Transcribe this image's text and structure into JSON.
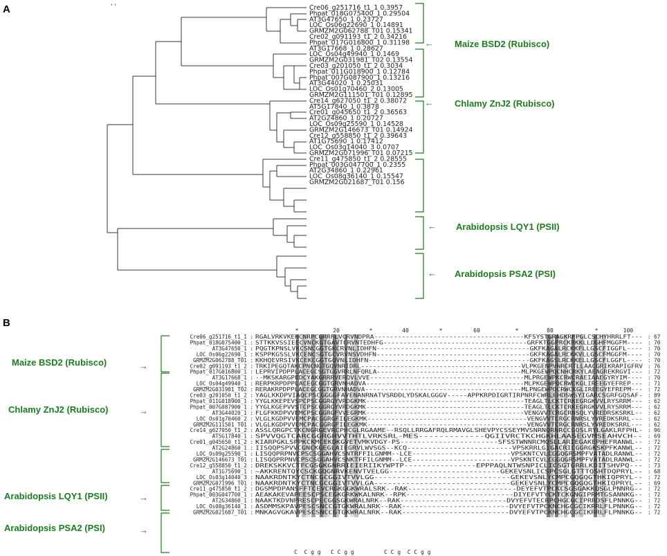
{
  "panel_a": {
    "letter": "A",
    "marks": "' '",
    "leaves": [
      {
        "name": "Cre06_g251716_t1_1",
        "dist": "0.3957"
      },
      {
        "name": "Phpat_018G075400_1",
        "dist": "0.29504"
      },
      {
        "name": "AT3G47650_1",
        "dist": "0.23727"
      },
      {
        "name": "LOC_Os06g22690_1",
        "dist": "0.14891"
      },
      {
        "name": "GRMZM2G062788_T01",
        "dist": "0.15341"
      },
      {
        "name": "Cre02_g091193_t1_2",
        "dist": "0.34216"
      },
      {
        "name": "Phpat_017G016800_1",
        "dist": "0.31198"
      },
      {
        "name": "AT3G17668_1",
        "dist": "0.28627"
      },
      {
        "name": "LOC_Os04g49940_1",
        "dist": "0.1469"
      },
      {
        "name": "GRMZM2G031981_T02",
        "dist": "0.13554"
      },
      {
        "name": "Cre03_g201050_t1_2",
        "dist": "0.3034"
      },
      {
        "name": "Phpat_011G018900_1",
        "dist": "0.12784"
      },
      {
        "name": "Phpat_007G087900_1",
        "dist": "0.13216"
      },
      {
        "name": "AT3G44020_1",
        "dist": "0.25031"
      },
      {
        "name": "LOC_Os01g70460_2",
        "dist": "0.13005"
      },
      {
        "name": "GRMZM2G111501_T01",
        "dist": "0.12895"
      },
      {
        "name": "Cre14_g627050_t1_2",
        "dist": "0.38072"
      },
      {
        "name": "AT5G17840_1",
        "dist": "0.3878"
      },
      {
        "name": "Cre01_g045650_t1_2",
        "dist": "0.36563"
      },
      {
        "name": "AT2G24860_1",
        "dist": "0.20727"
      },
      {
        "name": "LOC_Os09g25590_1",
        "dist": "0.14528"
      },
      {
        "name": "GRMZM2G146673_T01",
        "dist": "0.14924"
      },
      {
        "name": "Cre12_g558850_t1_2",
        "dist": "0.39643"
      },
      {
        "name": "AT1G75690_1",
        "dist": "0.17412"
      },
      {
        "name": "LOC_Os03g14040_3",
        "dist": "0.0707"
      },
      {
        "name": "GRMZM2G071996_T01",
        "dist": "0.07215"
      },
      {
        "name": "Cre11_g475850_t1_2",
        "dist": "0.28555"
      },
      {
        "name": "Phpat_003G047700_1",
        "dist": "0.2355"
      },
      {
        "name": "AT2G34860_1",
        "dist": "0.22961"
      },
      {
        "name": "LOC_Os08g36140_1",
        "dist": "0.15547"
      },
      {
        "name": "GRMZM2G021687_T01",
        "dist": "0.156"
      }
    ],
    "annotations": [
      {
        "label": "Maize BSD2 (Rubisco)"
      },
      {
        "label": "Chlamy ZnJ2 (Rubisco)"
      },
      {
        "label": "Arabidopsis LQY1 (PSII)"
      },
      {
        "label": "Arabidopsis PSA2 (PSI)"
      }
    ],
    "arrow_glyph": "←"
  },
  "panel_b": {
    "letter": "B",
    "ruler": [
      {
        "text": "*"
      },
      {
        "text": "20"
      },
      {
        "text": "*"
      },
      {
        "text": "40"
      },
      {
        "text": "*"
      },
      {
        "text": "60"
      },
      {
        "text": "*"
      },
      {
        "text": "80"
      },
      {
        "text": "*"
      },
      {
        "text": "100"
      }
    ],
    "rows": [
      {
        "name": "Cre06_g251716_t1_1 :",
        "seq": "RGALVRKVKEHCNRPCGRRFLVCRVNDPRA--------------------------------------KFSYSTGRAGKRFPGLCSCHYHRRLFT---",
        "end": ": 67"
      },
      {
        "name": "Phpat_018G075400_1 :",
        "seq": "STTKKVSSIEECVNCKGTGAVTCRVNTEDHFG------------------------------------GRFKTGGPRCKRKKLLDGHFMGGFM----",
        "end": ": 70"
      },
      {
        "name": "AT3G47650_1 :",
        "seq": "PQGTKPNSLVKCSNCGGTGKCRVNLIDHFN--------------------------------------GKFKAGALRCKKFLLGSCFIGGFL----",
        "end": ": 70"
      },
      {
        "name": "LOC_Os06g22690_1 :",
        "seq": "KSPPKGSSLVKCENCSGTGCVRVNSVDHFN--------------------------------------GKFKAGALRCKKVLLGSCFMGGFM----",
        "end": ": 70"
      },
      {
        "name": "GRMZM2G062788_T01 :",
        "seq": "KKHQEVRSIVKCEKCGGTGQVNLIDHFN----------------------------------------GKFKAGSLRCKKELLGSCFLGGFL----",
        "end": ": 70"
      },
      {
        "name": "Cre02_g091193_t1_2 :",
        "seq": "TRKIPEGQTAKCPNCNGTGQVNRIDRL-----------------------------------------VLPKGENPVNRCRTLLAACGRIKRAPIGFRV",
        "end": ": 76"
      },
      {
        "name": "Phpat_017G016800_1 :",
        "seq": "LEPRVIPDPPLACEGCSGTGGVRRLNFQRLA-------------------------------------MLPKGEWPQCNHCRKYLAEAGREKRGVI---",
        "end": ": 72"
      },
      {
        "name": "AT3G17668_1 :",
        "seq": "--MKSKARGPEDCYAKGRRRVERQVLVVE---------------------------------------MLPRGEWPKCRWCRAEIAAEGYRYIM----",
        "end": ": 70"
      },
      {
        "name": "LOC_Os04g49940_1 :",
        "seq": "RERPKRPDPPLACEGCGGTGRVNHADVA----------------------------------------MLPKGEWPQCRWCKGLIREEGYEFREP---",
        "end": ": 71"
      },
      {
        "name": "GRMZM2G031981_T02 :",
        "seq": "RERAKRPDPPLACEGCGGTGRVNHADVA----------------------------------------MLPNGEWPQCRWCKGLIREEGYEFREPM---",
        "end": ": 72"
      },
      {
        "name": "Cre03_g201050_t1_2 :",
        "seq": "YAGLKKDPVIAQCPSCGGGGFAVENANRNATVSRDDLYDSKALGGGV-----APPKRPDIGRTIRPNRFCWRLEHDSWSYIGARCSGRFGQSAF-",
        "end": ": 89"
      },
      {
        "name": "Phpat_011G018900_1 :",
        "seq": "YYGLKKEPEVSPCPSCGGRGYVRDGKMK----------------------------------------TEAGLTLCKTCRKEGRGKVVLRYSRRM---",
        "end": ": 62"
      },
      {
        "name": "Phpat_007G087900_1 :",
        "seq": "YYGLKGEPVVSTCPSCGGRGYVRDGKMK----------------------------------------TEAGLTLCKTCRKEGRGKVVLRYSRRM---",
        "end": ": 62"
      },
      {
        "name": "AT3G44020_1 :",
        "seq": "FLGFKKDPVVEMCPSCGGRGFVVEGRMK----------------------------------------VENGVVTCRGCRNSQLYVREDRSKSRKL--",
        "end": ": 62"
      },
      {
        "name": "LOC_Os01g70460_2 :",
        "seq": "VLGLKGDPVVEMCPACGGRGFILEGKMK----------------------------------------VENGVVTCRGCRNRSLYVREDKSRRL---",
        "end": ": 62"
      },
      {
        "name": "GRMZM2G111501_T01 :",
        "seq": "VLGLKGDPVVEMCPACGGRGFILEGKMK----------------------------------------VENGVVTCRGCRNRSLYVREDKSRRL---",
        "end": ": 62"
      },
      {
        "name": "Cre14_g627050_t1_2 :",
        "seq": "ASSLQRGPCTKCNGRGEVRCPHCGLRGAAME--RSQLLRRGAFRQLRMAVGLSHEVPYCSSEYMVSNRNQRNRCCGQSLRYLGAKLRFPHL-",
        "end": ": 96"
      },
      {
        "name": "AT5G17840_1 :",
        "seq": "SPVVQGTCARCGGRGHVVTHTLVRKSRL-MES-------------QGIIVRCTKCHGKHLAASEGVMSEAHVCH--",
        "end": ": 69"
      },
      {
        "name": "Cre01_g045650_t1_2 :",
        "seq": "KIARPGKLSPPKCKMCEKDKGVETVMKVDGY-PS-----------------------SFSSTWNNRCMQSLLARIEGAKEPHEFRANWL--",
        "end": ": 72"
      },
      {
        "name": "AT2G24860_1 :",
        "seq": "IISQQPSPVVCGNCKGEGLAIEGRVLWVSGS--KCQ-------------------------VPSKRRLGIGACRICGGRGKSKPFKANWL--",
        "end": ": 72"
      },
      {
        "name": "LOC_Os09g25590_1 :",
        "seq": "LISQQPRPNVCPSCSGGAHVCSNTRFFILGNMM--LCE------------------------VPSKNTCVLCGGQGRSMPFVATADLRANWL--",
        "end": ": 72"
      },
      {
        "name": "GRMZM2G146673_T01 :",
        "seq": "LISQQPRPNVCPSCSGGAHVCSNKTFFILGNMM--LCE------------------------VPSKNTCVLCGGQGRSMPFVATADLRANWL--",
        "end": ": 72"
      },
      {
        "name": "Cre12_g558850_t1_2 :",
        "seq": "DREKSKKVCTFCGSGKGNRRIEIERIIKYWPTP----------------EPPPAQLNTWSNPICLICSGTGRRLKDITSHVPQ---",
        "end": ": 73"
      },
      {
        "name": "AT1G75690_1 :",
        "seq": "~AKKRENTQYCSCKGQGNRVKENVTVELGG-------------------------GEKEVSNLICSPCSGLGTTTQSHTDQPRYL--",
        "end": ": 68"
      },
      {
        "name": "LOC_Os03g14040_3 :",
        "seq": "NAAKRDNTKYCTNCGCGGIVTVVLGG------------------------------GEKEVSNLYCMPCGQGQGTHKIQPRYL--",
        "end": ": 72"
      },
      {
        "name": "GRMZM2G071996_T01 :",
        "seq": "NAAKRDNTKYCTNCGCGGIVTVVLGA------------------------------GEKEVSNLYCMPCGQGQGTHKIQPRYL--",
        "end": ": 69"
      },
      {
        "name": "Cre11_g475850_t1_2 :",
        "seq": "DGSMPDPANSFFTCEVCRGKGGKWRALSRK--RAK-------------------------DEYEFVTPCKCSGSGAKKQSGLPNNRG--",
        "end": ": 72"
      },
      {
        "name": "Phpat_003G047700_1 :",
        "seq": "AEAKAKEVAPEESCPSCEGKGRKWKALNRK--RPK-------------------------DIYEFVTYCKTCKGNGIPRMTGSANNKG--",
        "end": ": 72"
      },
      {
        "name": "AT2G34860_1 :",
        "seq": "NAAKTKDVNPRESCPECGGSGKWRALNRK--RAK-------------------------DVYEFVTECRPCHGCGCIPRRDSFLPNNKG--",
        "end": ": 72"
      },
      {
        "name": "LOC_Os08g36140_1 :",
        "seq": "ASDMMSKPAVPESCSNCCGTGKWRALNRK--RAK-------------------------DVYEFVTPCKNCHGCGCIKRRLFLPNNKG--",
        "end": ": 72"
      },
      {
        "name": "GRMZM2G021687_T01 :",
        "seq": "MNKAGVGKAVPESCSNCCGTGKWRALNRK--RAK-------------------------DVYEFVTPCKNCHGCGCIKRRLFLPNNKG--",
        "end": ": 72"
      }
    ],
    "consensus": "C  C g g   C C g g         C C g  C C g g",
    "annotations": [
      {
        "label": "Maize BSD2 (Rubisco)"
      },
      {
        "label": "Chlamy ZnJ2 (Rubisco)"
      },
      {
        "label": "Arabidopsis LQY1 (PSII)"
      },
      {
        "label": "Arabidopsis PSA2 (PSI)"
      }
    ],
    "arrow_glyph": "→"
  },
  "colors": {
    "annotation_green": "#1f7a1f",
    "conserved_black": "#111111",
    "conserved_dark": "#555555",
    "conserved_mid": "#8c8c8c",
    "conserved_light": "#c8c8c8"
  }
}
